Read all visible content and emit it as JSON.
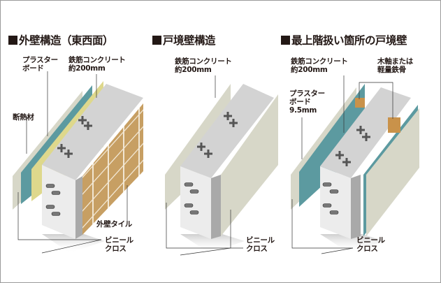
{
  "panels": [
    {
      "title": "外壁構造（東西面）",
      "labels": {
        "plaster_board": [
          "プラスター",
          "ボード"
        ],
        "concrete": [
          "鉄筋コンクリート",
          "約200mm"
        ],
        "insulation": "断熱材",
        "exterior_tile": "外壁タイル",
        "vinyl_cloth": [
          "ビニール",
          "クロス"
        ]
      }
    },
    {
      "title": "戸境壁構造",
      "labels": {
        "concrete": [
          "鉄筋コンクリート",
          "約200mm"
        ],
        "vinyl_cloth": [
          "ビニール",
          "クロス"
        ]
      }
    },
    {
      "title": "最上階扱い箇所の戸境壁",
      "labels": {
        "concrete": [
          "鉄筋コンクリート",
          "約200mm"
        ],
        "stud": [
          "木軸または",
          "軽量鉄骨"
        ],
        "plaster_board": [
          "プラスター",
          "ボード",
          "9.5mm"
        ],
        "vinyl_cloth": [
          "ビニール",
          "クロス"
        ]
      }
    }
  ],
  "colors": {
    "vinyl": "#d7d7c8",
    "plaster": "#5c9aa0",
    "insulation": "#ded88c",
    "concrete_top": "#d3d3d3",
    "concrete_front": "#ececec",
    "tile": "#c79f63",
    "stud": "#c9924a"
  }
}
